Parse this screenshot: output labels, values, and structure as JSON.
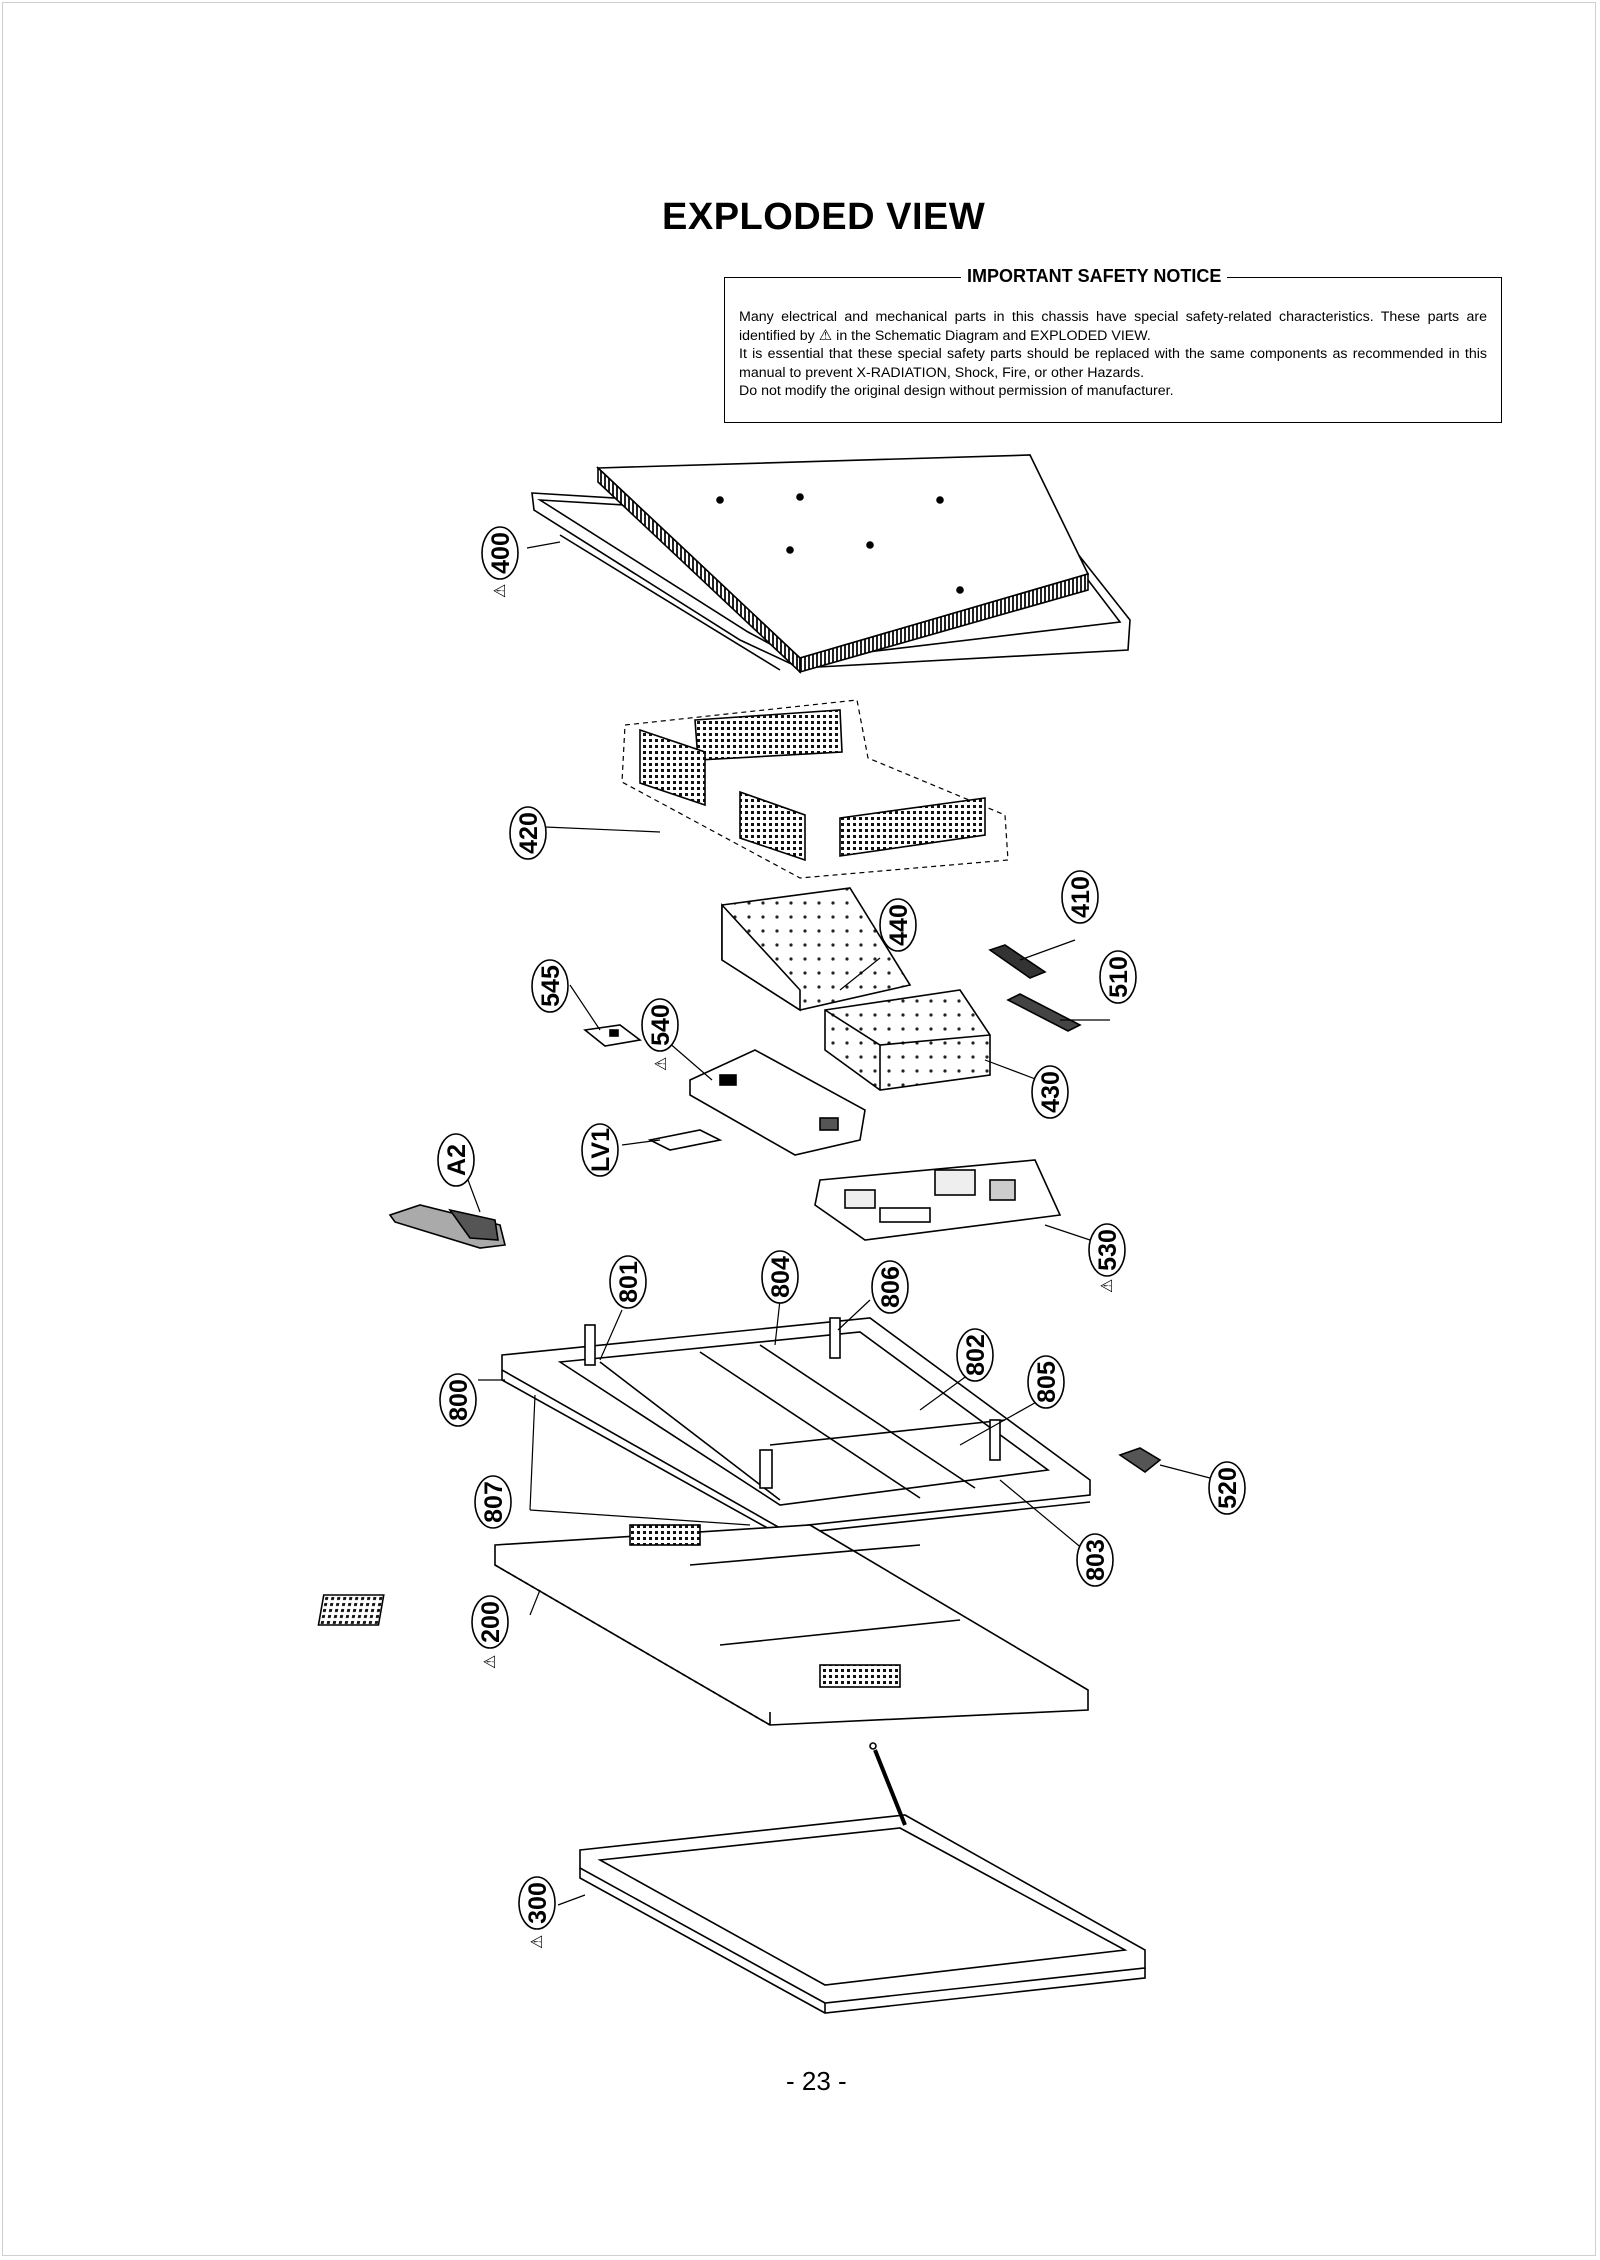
{
  "document": {
    "title": "EXPLODED VIEW",
    "page_number": "- 23 -"
  },
  "safety_notice": {
    "heading": "IMPORTANT SAFETY NOTICE",
    "line1_before_icon": "Many electrical and mechanical parts in this chassis have special safety-related characteristics. These parts are identified by",
    "line1_after_icon": "in the Schematic Diagram and EXPLODED VIEW.",
    "line2": "It is essential that these special safety parts should be replaced with the same components as recommended in this manual to prevent X-RADIATION, Shock, Fire, or other Hazards.",
    "line3": "Do not modify the original design without permission of manufacturer.",
    "icon": "warning-triangle-icon"
  },
  "part_labels": {
    "p400": "400",
    "p420": "420",
    "p440": "440",
    "p410": "410",
    "p545": "545",
    "p540": "540",
    "p510": "510",
    "p430": "430",
    "pA2": "A2",
    "pLV1": "LV1",
    "p530": "530",
    "p801": "801",
    "p804": "804",
    "p806": "806",
    "p802": "802",
    "p805": "805",
    "p800": "800",
    "p520": "520",
    "p807": "807",
    "p803": "803",
    "p200": "200",
    "p300": "300"
  },
  "safety_marked_parts": [
    "400",
    "540",
    "530",
    "200",
    "300"
  ]
}
